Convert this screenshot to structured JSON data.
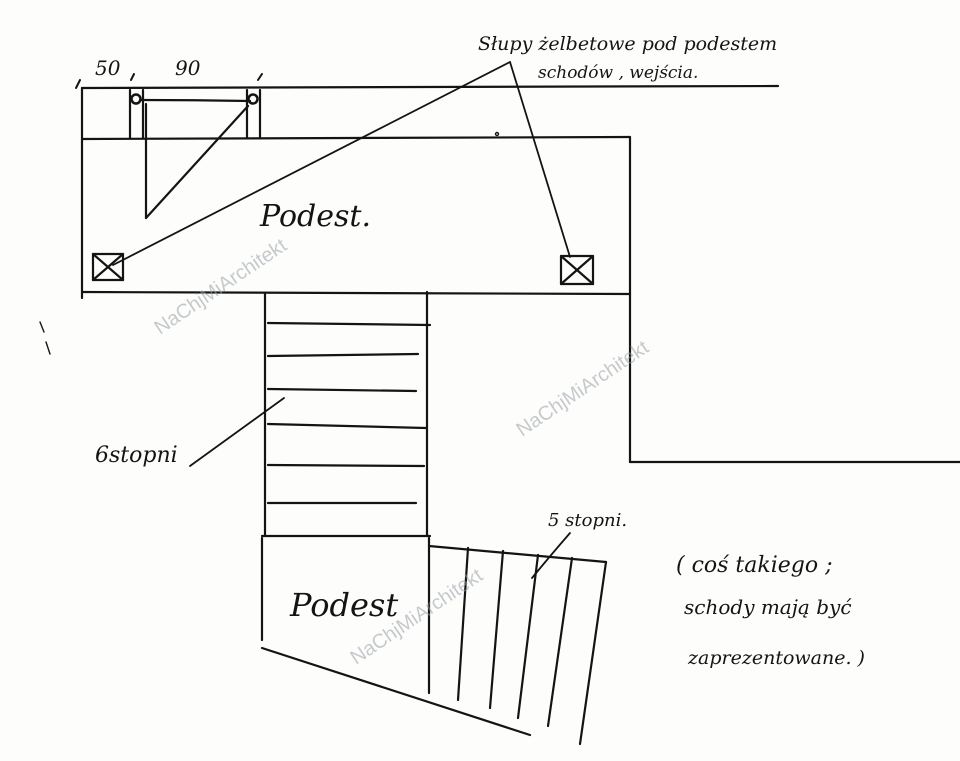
{
  "dimensions": {
    "left_offset": "50",
    "span": "90"
  },
  "labels": {
    "columns_note_line1": "Słupy żelbetowe pod podestem",
    "columns_note_line2": "schodów , wejścia.",
    "upper_landing": "Podest.",
    "lower_landing": "Podest",
    "stairs_6": "6stopni",
    "stairs_5": "5 stopni.",
    "side_note_line1": "( coś takiego ;",
    "side_note_line2": "schody mają być",
    "side_note_line3": "zaprezentowane. )"
  },
  "watermark": "NaChjMiArchitekt",
  "colors": {
    "ink": "#141414",
    "paper": "#fdfdfc",
    "watermark": "#9aa0a6"
  }
}
